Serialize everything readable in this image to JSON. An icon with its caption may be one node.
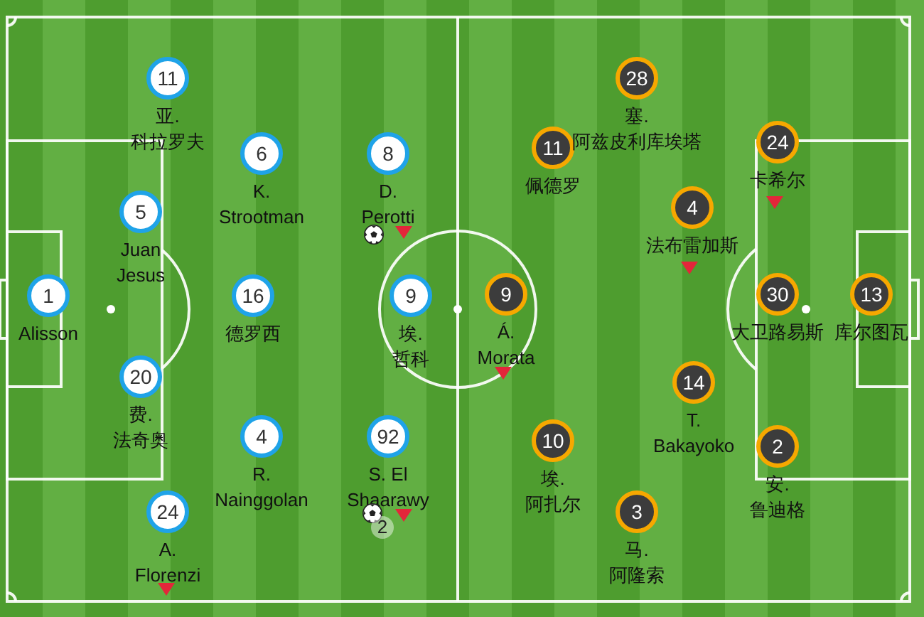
{
  "diagram": {
    "nodes": [
      {
        "text": [
          "1",
          "Alisson"
        ]
      },
      {
        "text": [
          "11",
          "亚.科拉罗夫"
        ]
      },
      {
        "text": [
          "5",
          "Juan Jesus"
        ]
      },
      {
        "text": [
          "20",
          "费.法奇奥"
        ]
      },
      {
        "text": [
          "24",
          "A. Florenzi"
        ]
      },
      {
        "text": [
          "6",
          "K. Strootman"
        ]
      },
      {
        "text": [
          "16",
          "德罗西"
        ]
      },
      {
        "text": [
          "4",
          "R. Nainggolan"
        ]
      },
      {
        "text": [
          "8",
          "D. Perotti"
        ]
      },
      {
        "text": [
          "9",
          "埃.哲科"
        ]
      },
      {
        "text": [
          "92",
          "S. El Shaarawy"
        ]
      },
      {
        "text": [
          "9",
          "Á. Morata"
        ]
      },
      {
        "text": [
          "11",
          "佩德罗"
        ]
      },
      {
        "text": [
          "10",
          "埃.阿扎尔"
        ]
      },
      {
        "text": [
          "28",
          "塞.阿兹皮利库埃塔"
        ]
      },
      {
        "text": [
          "3",
          "马.阿隆索"
        ]
      },
      {
        "text": [
          "4",
          "法布雷加斯"
        ]
      },
      {
        "text": [
          "14",
          "T. Bakayoko"
        ]
      },
      {
        "text": [
          "24",
          "卡希尔"
        ]
      },
      {
        "text": [
          "30",
          "大卫路易斯"
        ]
      },
      {
        "text": [
          "2",
          "安.鲁迪格"
        ]
      },
      {
        "text": [
          "13",
          "库尔图瓦"
        ]
      }
    ],
    "labels": [
      "2"
    ]
  }
}
